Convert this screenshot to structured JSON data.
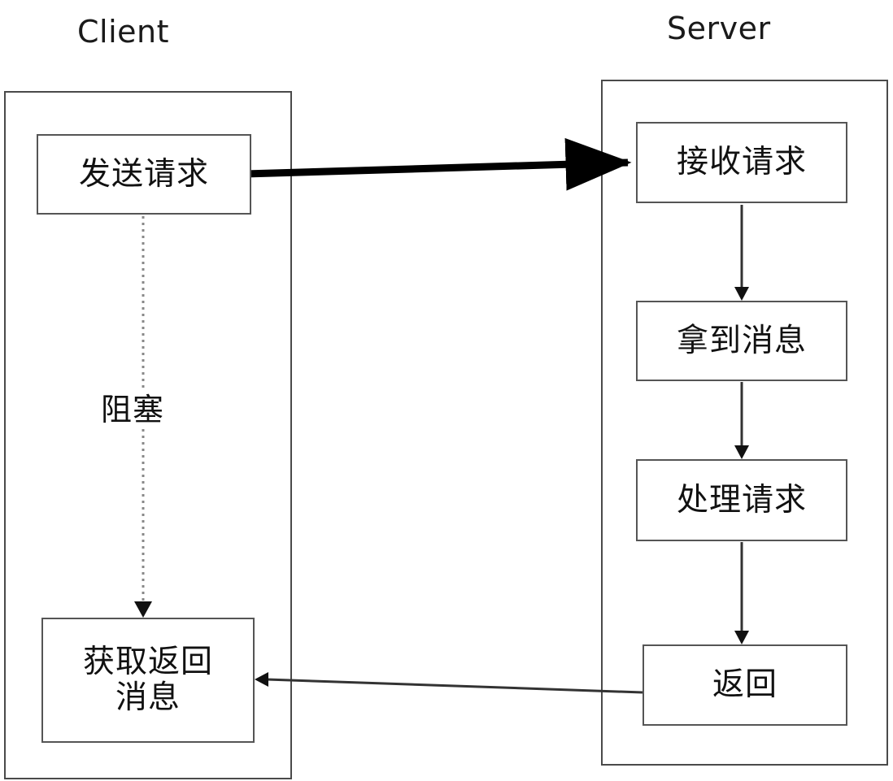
{
  "diagram": {
    "type": "flowchart",
    "title_client": "Client",
    "title_server": "Server",
    "colors": {
      "background": "#ffffff",
      "lane_border": "#4a4a4a",
      "node_border": "#555555",
      "text": "#111111",
      "request_arrow": "#000000",
      "flow_arrow": "#333333",
      "blocking_line": "#777777"
    },
    "lanes": [
      {
        "id": "client",
        "label": "Client",
        "nodes": [
          {
            "id": "send-request",
            "label": "发送请求"
          },
          {
            "id": "receive-result",
            "label": "获取返回\n消息",
            "line1": "获取返回",
            "line2": "消息"
          }
        ],
        "annotations": [
          {
            "id": "blocking",
            "label": "阻塞"
          }
        ]
      },
      {
        "id": "server",
        "label": "Server",
        "nodes": [
          {
            "id": "receive-request",
            "label": "接收请求"
          },
          {
            "id": "get-message",
            "label": "拿到消息"
          },
          {
            "id": "process-request",
            "label": "处理请求"
          },
          {
            "id": "return",
            "label": "返回"
          }
        ]
      }
    ],
    "connectors": [
      {
        "id": "request-arrow",
        "from": "send-request",
        "to": "receive-request",
        "style": "thick-solid",
        "direction": "right"
      },
      {
        "id": "blocking-arrow",
        "from": "send-request",
        "to": "receive-result",
        "style": "dotted",
        "direction": "down",
        "label": "阻塞"
      },
      {
        "id": "recv-to-getmsg",
        "from": "receive-request",
        "to": "get-message",
        "style": "solid",
        "direction": "down"
      },
      {
        "id": "getmsg-to-process",
        "from": "get-message",
        "to": "process-request",
        "style": "solid",
        "direction": "down"
      },
      {
        "id": "process-to-return",
        "from": "process-request",
        "to": "return",
        "style": "solid",
        "direction": "down"
      },
      {
        "id": "response-arrow",
        "from": "return",
        "to": "receive-result",
        "style": "solid",
        "direction": "left"
      }
    ]
  }
}
